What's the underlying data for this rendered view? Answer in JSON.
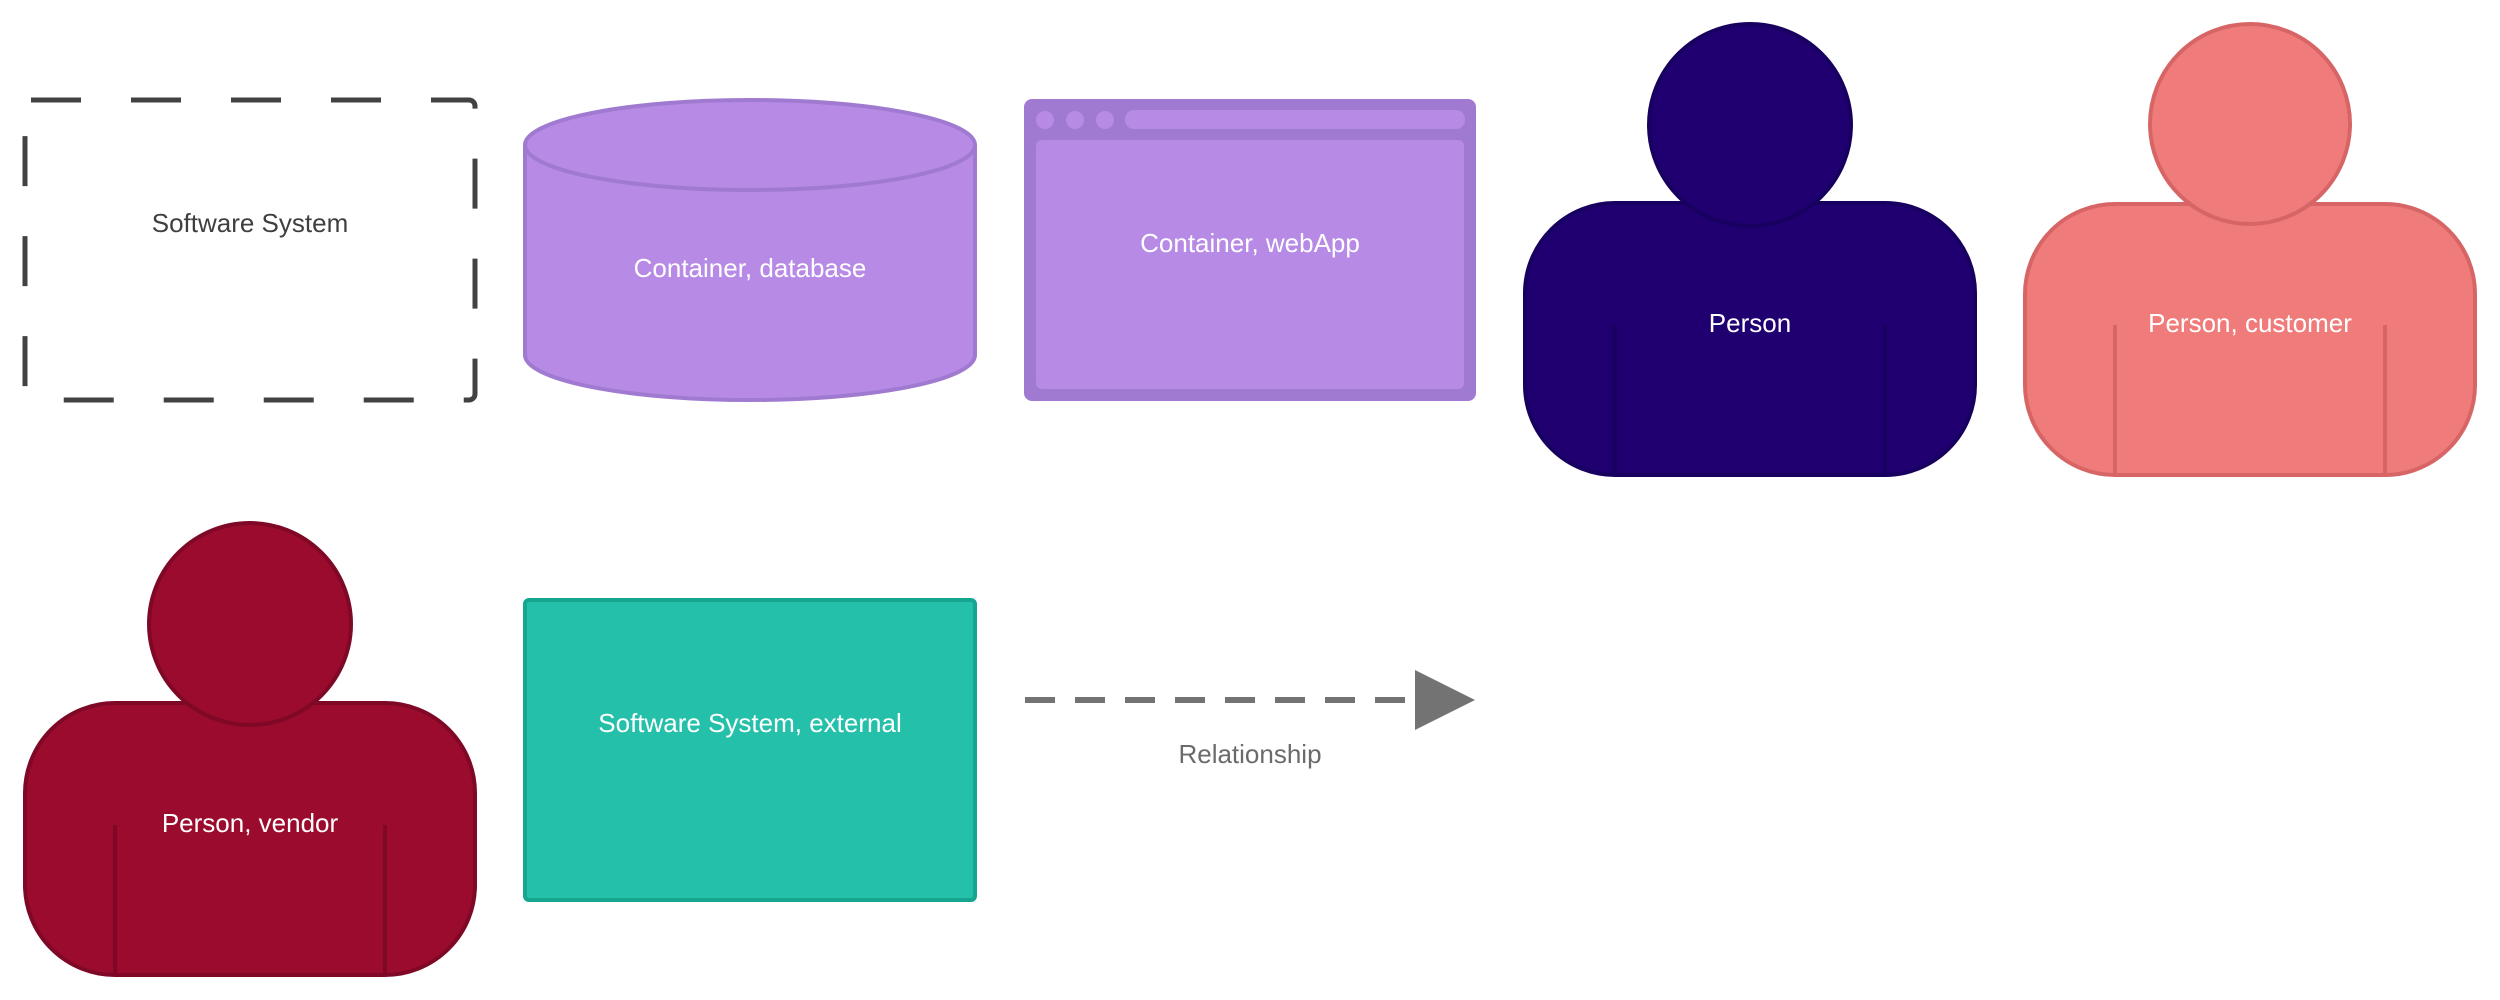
{
  "shapes": {
    "software_system": {
      "label": "Software System"
    },
    "container_database": {
      "label": "Container, database"
    },
    "container_webapp": {
      "label": "Container, webApp"
    },
    "person": {
      "label": "Person"
    },
    "person_customer": {
      "label": "Person, customer"
    },
    "person_vendor": {
      "label": "Person, vendor"
    },
    "software_system_external": {
      "label": "Software System, external"
    },
    "relationship": {
      "label": "Relationship"
    }
  },
  "colors": {
    "container_fill": "#b78ae5",
    "container_stroke": "#a07ad0",
    "person_fill": "#200070",
    "person_stroke": "#180060",
    "customer_fill": "#ef7c7a",
    "customer_stroke": "#d86566",
    "vendor_fill": "#9b0b2e",
    "vendor_stroke": "#7e0826",
    "external_fill": "#24c0aa",
    "external_stroke": "#16a690",
    "boundary_stroke": "#424242",
    "arrow": "#737373",
    "text_light": "#ffffff",
    "text_dark": "#3f3f3f",
    "text_grey": "#6b6b6b"
  }
}
